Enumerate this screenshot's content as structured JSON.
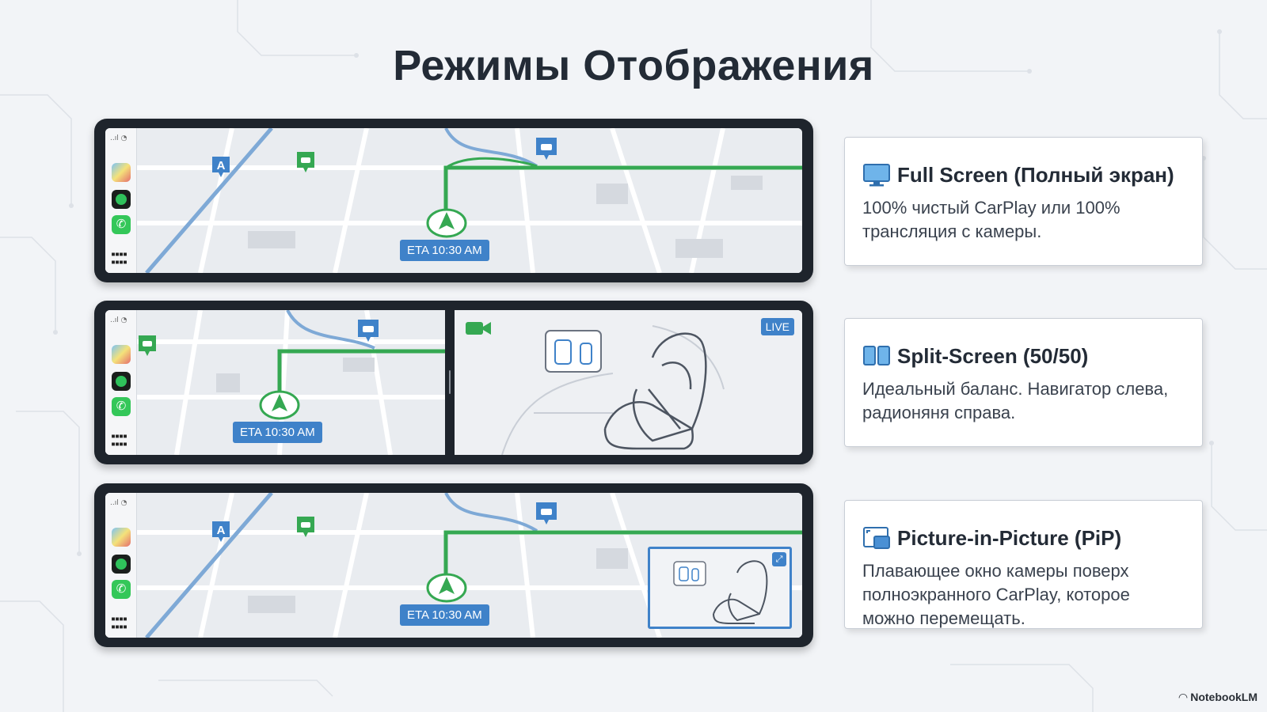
{
  "title": "Режимы Отображения",
  "colors": {
    "accent_blue": "#3f82c9",
    "route_green": "#35a852",
    "device_frame": "#1e242c",
    "map_background": "#e9ecf0"
  },
  "modes": [
    {
      "icon": "monitor-icon",
      "title": "Full Screen (Полный экран)",
      "description": "100% чистый CarPlay или 100% трансляция с камеры.",
      "eta": "ETA 10:30 AM"
    },
    {
      "icon": "split-screen-icon",
      "title": "Split-Screen (50/50)",
      "description": "Идеальный баланс. Навигатор слева, радионяня справа.",
      "eta": "ETA 10:30 AM",
      "camera_badge": "LIVE"
    },
    {
      "icon": "picture-in-picture-icon",
      "title": "Picture-in-Picture (PiP)",
      "description": "Плавающее окно камеры поверх полноэкранного CarPlay, которое можно перемещать.",
      "eta": "ETA 10:30 AM"
    }
  ],
  "dock_icons": [
    "maps-icon",
    "spotify-icon",
    "phone-icon",
    "app-grid-icon"
  ],
  "brand": "NotebookLM"
}
